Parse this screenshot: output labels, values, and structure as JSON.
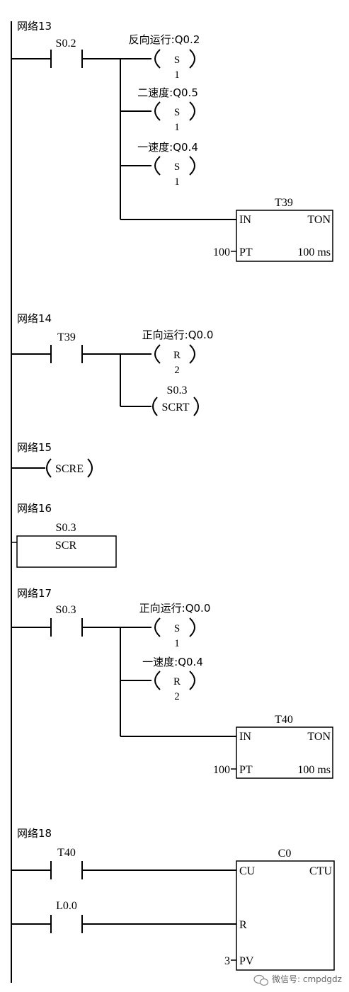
{
  "networks": {
    "n13": {
      "title": "网络13",
      "contact": "S0.2",
      "coil1": {
        "label": "反向运行:Q0.2",
        "op": "S",
        "n": "1"
      },
      "coil2": {
        "label": "二速度:Q0.5",
        "op": "S",
        "n": "1"
      },
      "coil3": {
        "label": "一速度:Q0.4",
        "op": "S",
        "n": "1"
      },
      "timer": {
        "name": "T39",
        "in": "IN",
        "type": "TON",
        "pt": "PT",
        "pv": "100",
        "base": "100 ms"
      }
    },
    "n14": {
      "title": "网络14",
      "contact": "T39",
      "coil1": {
        "label": "正向运行:Q0.0",
        "op": "R",
        "n": "2"
      },
      "coil2": {
        "label": "S0.3",
        "op": "SCRT"
      }
    },
    "n15": {
      "title": "网络15",
      "op": "SCRE"
    },
    "n16": {
      "title": "网络16",
      "label": "S0.3",
      "box": "SCR"
    },
    "n17": {
      "title": "网络17",
      "contact": "S0.3",
      "coil1": {
        "label": "正向运行:Q0.0",
        "op": "S",
        "n": "1"
      },
      "coil2": {
        "label": "一速度:Q0.4",
        "op": "R",
        "n": "2"
      },
      "timer": {
        "name": "T40",
        "in": "IN",
        "type": "TON",
        "pt": "PT",
        "pv": "100",
        "base": "100 ms"
      }
    },
    "n18": {
      "title": "网络18",
      "contact1": "T40",
      "contact2": "L0.0",
      "counter": {
        "name": "C0",
        "cu": "CU",
        "type": "CTU",
        "r": "R",
        "pv_label": "PV",
        "pv": "3"
      }
    }
  },
  "watermark": "微信号: cmpdgdz"
}
